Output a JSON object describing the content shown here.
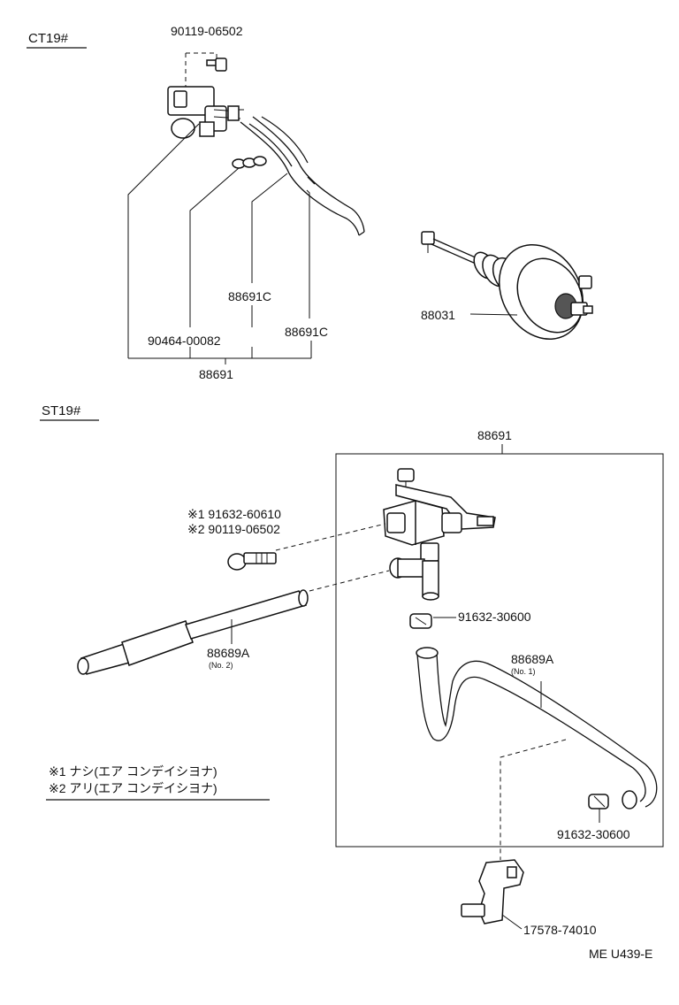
{
  "sections": {
    "ct19": "CT19#",
    "st19": "ST19#"
  },
  "ct19_parts": {
    "bolt": "90119-06502",
    "assembly": "88691",
    "clip": "90464-00082",
    "hose_upper": "88691C",
    "hose_lower": "88691C",
    "actuator": "88031"
  },
  "st19_parts": {
    "assembly": "88691",
    "bolt_note1": "※1 91632-60610",
    "bolt_note2": "※2 90119-06502",
    "hose_no2": "88689A",
    "hose_no2_sub": "(No. 2)",
    "clamp_upper": "91632-30600",
    "hose_no1": "88689A",
    "hose_no1_sub": "(No. 1)",
    "clamp_lower": "91632-30600",
    "bracket": "17578-74010"
  },
  "notes": {
    "note1": "※1 ナシ(エア コンデイシヨナ)",
    "note2": "※2 アリ(エア コンデイシヨナ)"
  },
  "footer": "ME U439-E"
}
